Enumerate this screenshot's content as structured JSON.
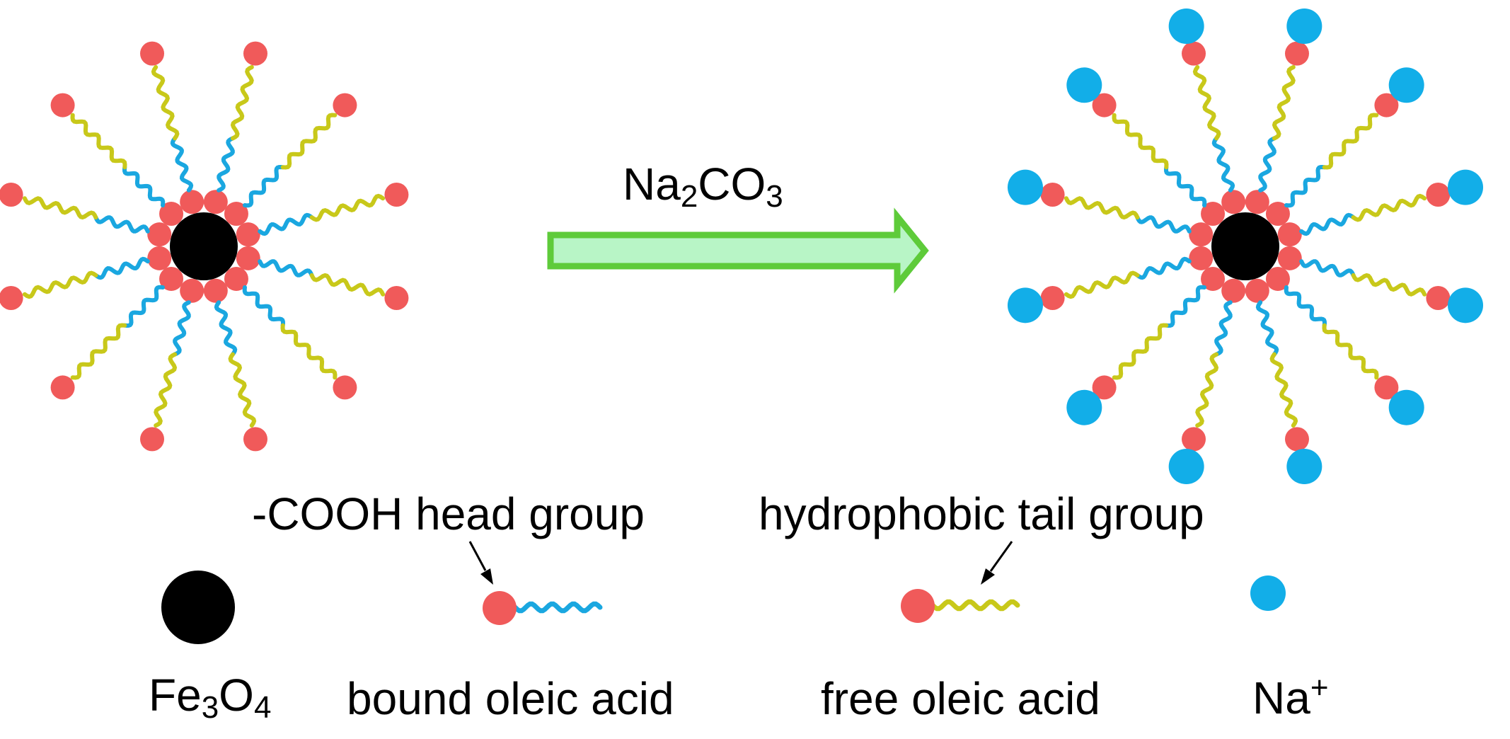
{
  "reaction": {
    "reagent": {
      "main": "Na",
      "sub1": "2",
      "mid": "CO",
      "sub2": "3"
    }
  },
  "annotations": {
    "head_group": "-COOH head group",
    "tail_group": "hydrophobic tail group"
  },
  "legend": {
    "fe3o4": {
      "main": "Fe",
      "sub1": "3",
      "mid": "O",
      "sub2": "4"
    },
    "bound": "bound oleic acid",
    "free": "free oleic acid",
    "na": {
      "main": "Na",
      "sup": "+"
    }
  },
  "colors": {
    "core": "#000000",
    "head": "#f05a5a",
    "bound_tail": "#1aa7e0",
    "free_tail": "#c8c81a",
    "sodium": "#12aee8",
    "arrow_fill": "#b8f5c6",
    "arrow_stroke": "#5ecb3a"
  }
}
